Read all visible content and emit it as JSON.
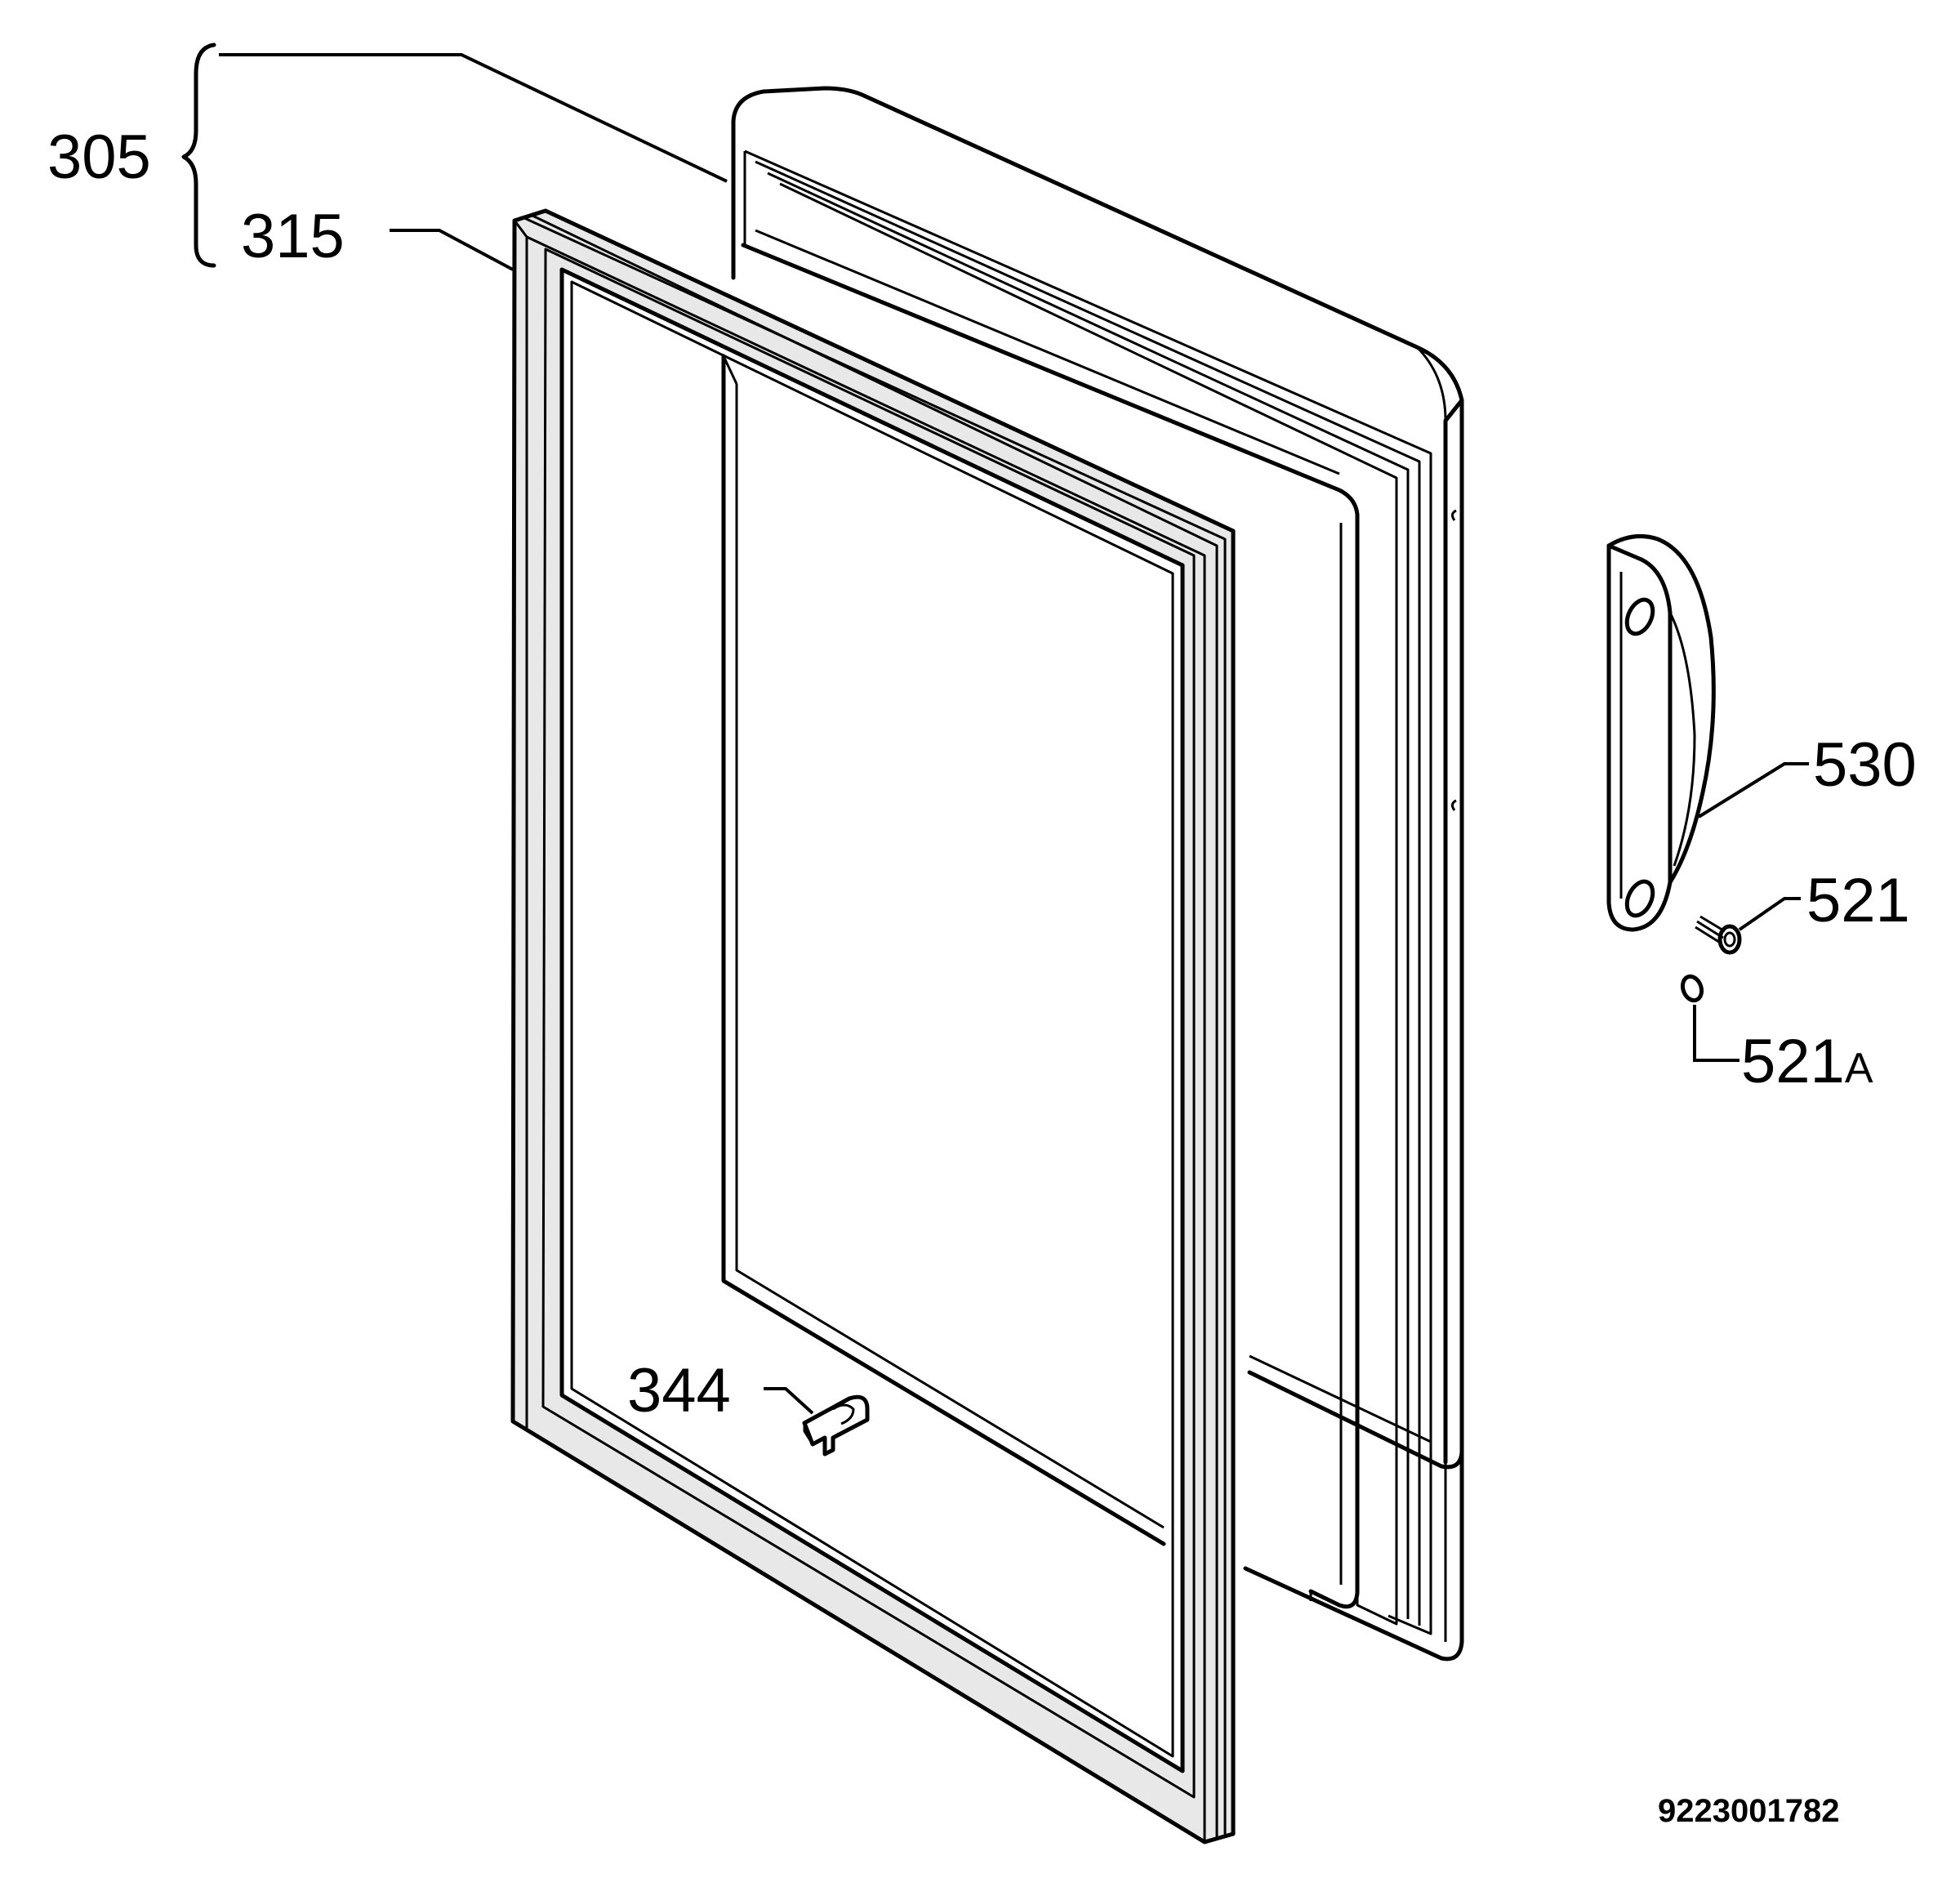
{
  "labels": {
    "door_assembly": "305",
    "door_gasket": "315",
    "hinge_part": "344",
    "handle": "530",
    "screw": "521",
    "cap_number": "521",
    "cap_suffix": "A"
  },
  "drawing_number": "9223001782",
  "colors": {
    "line": "#000000",
    "background": "#ffffff",
    "gasket_stipple": "#e8e8e8"
  }
}
